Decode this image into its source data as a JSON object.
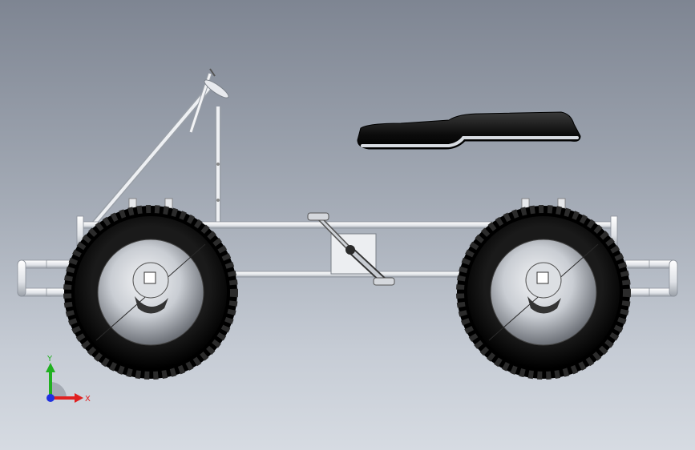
{
  "view": {
    "background_top": "#7e8592",
    "background_bottom": "#d6dbe2"
  },
  "model": {
    "parts": [
      "frame",
      "front-wheel",
      "rear-wheel",
      "seat",
      "steering-column",
      "pedal-crank",
      "front-bumper",
      "rear-bumper"
    ],
    "tube_color": "#e6e9ee",
    "tire_color": "#0d0d0d",
    "rim_color": "#cfd3d8"
  },
  "triad": {
    "x_label": "X",
    "y_label": "Y",
    "x_color": "#e02020",
    "y_color": "#20b020",
    "z_color": "#2030e0"
  }
}
